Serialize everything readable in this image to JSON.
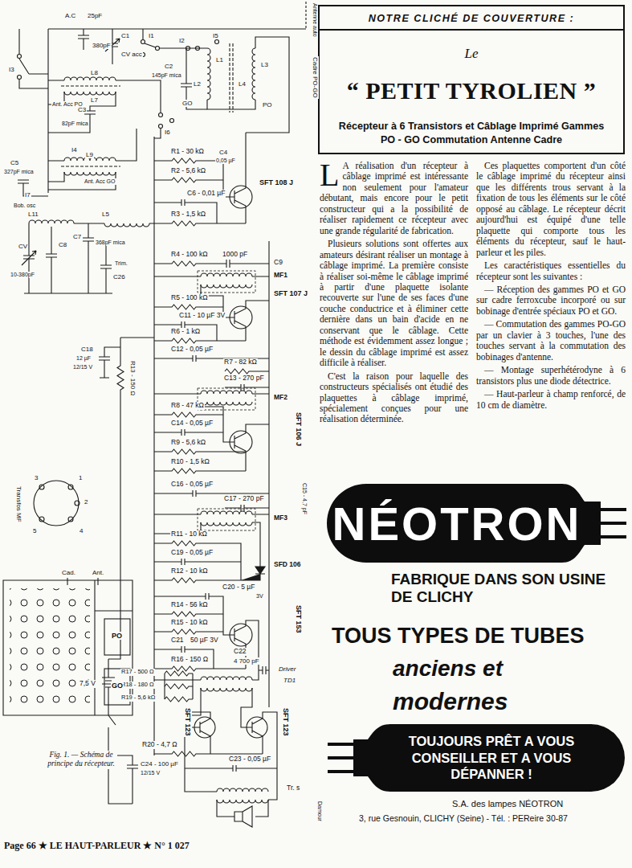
{
  "diagram": {
    "caption": "Fig. 1. — Schéma de principe du récepteur.",
    "nodes": [
      {
        "text": [
          "NOTRE CLICHÉ DE COUVERTURE :",
          "Le",
          "“ PETIT TYROLIEN ”",
          "Récepteur à 6 Transistors et Câblage Imprimé Gammes PO - GO Commutation Antenne Cadre"
        ]
      },
      {
        "text": [
          "NÉOTRON"
        ]
      },
      {
        "text": [
          "TOUJOURS PRÊT A VOUS CONSEILLER ET A VOUS DÉPANNER !"
        ]
      }
    ],
    "labels": [
      "Antenne auto",
      "Cadre PO-GO",
      "A.C",
      "25pF",
      "C1",
      "380pF",
      "CV acc",
      "I1",
      "I2",
      "C2",
      "145pF mica",
      "I5",
      "L1",
      "L2",
      "L3",
      "L4",
      "GO",
      "PO",
      "I3",
      "L8",
      "L7",
      "Ant. Acc PO",
      "C3",
      "82pF mica",
      "I6",
      "I4",
      "L9",
      "Ant. Acc GO",
      "C5",
      "327pF mica",
      "I7",
      "Bob. osc",
      "L11",
      "L5",
      "C7",
      "368pF mica",
      "CV",
      "10-380pF",
      "C8",
      "Trim.",
      "C26",
      "R1 - 30 kΩ",
      "R2 - 5,6 kΩ",
      "C4",
      "0,05 µF",
      "C6 - 0,01 µF",
      "R3 - 1,5 kΩ",
      "SFT 108 J",
      "R4 - 100 kΩ",
      "1000 pF",
      "C9",
      "MF1",
      "SFT 107 J",
      "R5 - 100 kΩ",
      "C11 - 10 µF 3V",
      "R6 - 1 kΩ",
      "C12 - 0,05 µF",
      "R7 - 82 kΩ",
      "C13 - 270 pF",
      "MF2",
      "R8 - 47 kΩ",
      "C14 - 0,05 µF",
      "R9 - 5,6 kΩ",
      "SFT 106 J",
      "R10 - 1,5 kΩ",
      "C16 - 0,05 µF",
      "C17 - 270 pF",
      "C15 - 4,7 pF",
      "MF3",
      "C18",
      "12 µF",
      "12/15 V",
      "R13 - 150 Ω",
      "R11 - 10 kΩ",
      "SFD 106",
      "C19 - 0,05 µF",
      "R12 - 10 kΩ",
      "C20 - 5 µF",
      "3V",
      "R14 - 56 kΩ",
      "R15 - 10 kΩ",
      "C21",
      "50 µF 3V",
      "R16 - 150 Ω",
      "C22",
      "4 700 pF",
      "SFT 153",
      "Driver",
      "TD1",
      "7,5 V",
      "R17 - 500 Ω",
      "R18 - 180 Ω",
      "R19 - 5,6 kΩ",
      "SFT 123",
      "SFT 123",
      "R20 - 4,7 Ω",
      "C23 - 0,05 µF",
      "C24 - 100 µF",
      "12/15 V",
      "Tr. s",
      "Transfos MF",
      "3",
      "1",
      "2",
      "5",
      "4",
      "Cad.",
      "Ant.",
      "PO",
      "GO",
      "Page 66 ★ LE HAUT-PARLEUR ★ N° 1 027",
      "Damour",
      "L",
      "A réalisation d'un récepteur à câblage imprimé est intéressante non seulement pour l'amateur débutant, mais encore pour le petit constructeur qui a la possibilité de réaliser rapidement ce récepteur avec une grande régularité de fabrication.",
      "Plusieurs solutions sont offertes aux amateurs désirant réaliser un montage à câblage imprimé. La première consiste à réaliser soi-même le câblage imprimé à partir d'une plaquette isolante recouverte sur l'une de ses faces d'une couche conductrice et à éliminer cette dernière dans un bain d'acide en ne conservant que le câblage. Cette méthode est évidemment assez longue ; le dessin du câblage imprimé est assez difficile à réaliser.",
      "C'est la raison pour laquelle des constructeurs spécialisés ont étudié des plaquettes à câblage imprimé, spécialement conçues pour une réalisation déterminée.",
      "Ces plaquettes comportent d'un côté le câblage imprimé du récepteur ainsi que les différents trous servant à la fixation de tous les éléments sur le côté opposé au câblage. Le récepteur décrit aujourd'hui est équipé d'une telle plaquette qui comporte tous les éléments du récepteur, sauf le haut-parleur et les piles.",
      "Les caractéristiques essentielles du récepteur sont les suivantes :",
      "— Réception des gammes PO et GO sur cadre ferroxcube incorporé ou sur bobinage d'entrée spéciaux PO et GO.",
      "— Commutation des gammes PO-GO par un clavier à 3 touches, l'une des touches servant à la commutation des bobinages d'antenne.",
      "— Montage superhétérodyne à 6 transistors plus une diode détectrice.",
      "— Haut-parleur à champ renforcé, de 10 cm de diamètre.",
      "FABRIQUE DANS SON USINE DE CLICHY",
      "TOUS TYPES DE TUBES",
      "anciens et",
      "modernes",
      "S.A. des lampes NÉOTRON",
      "3, rue Gesnouin, CLICHY (Seine) - Tél. : PEReire 30-87"
    ]
  }
}
